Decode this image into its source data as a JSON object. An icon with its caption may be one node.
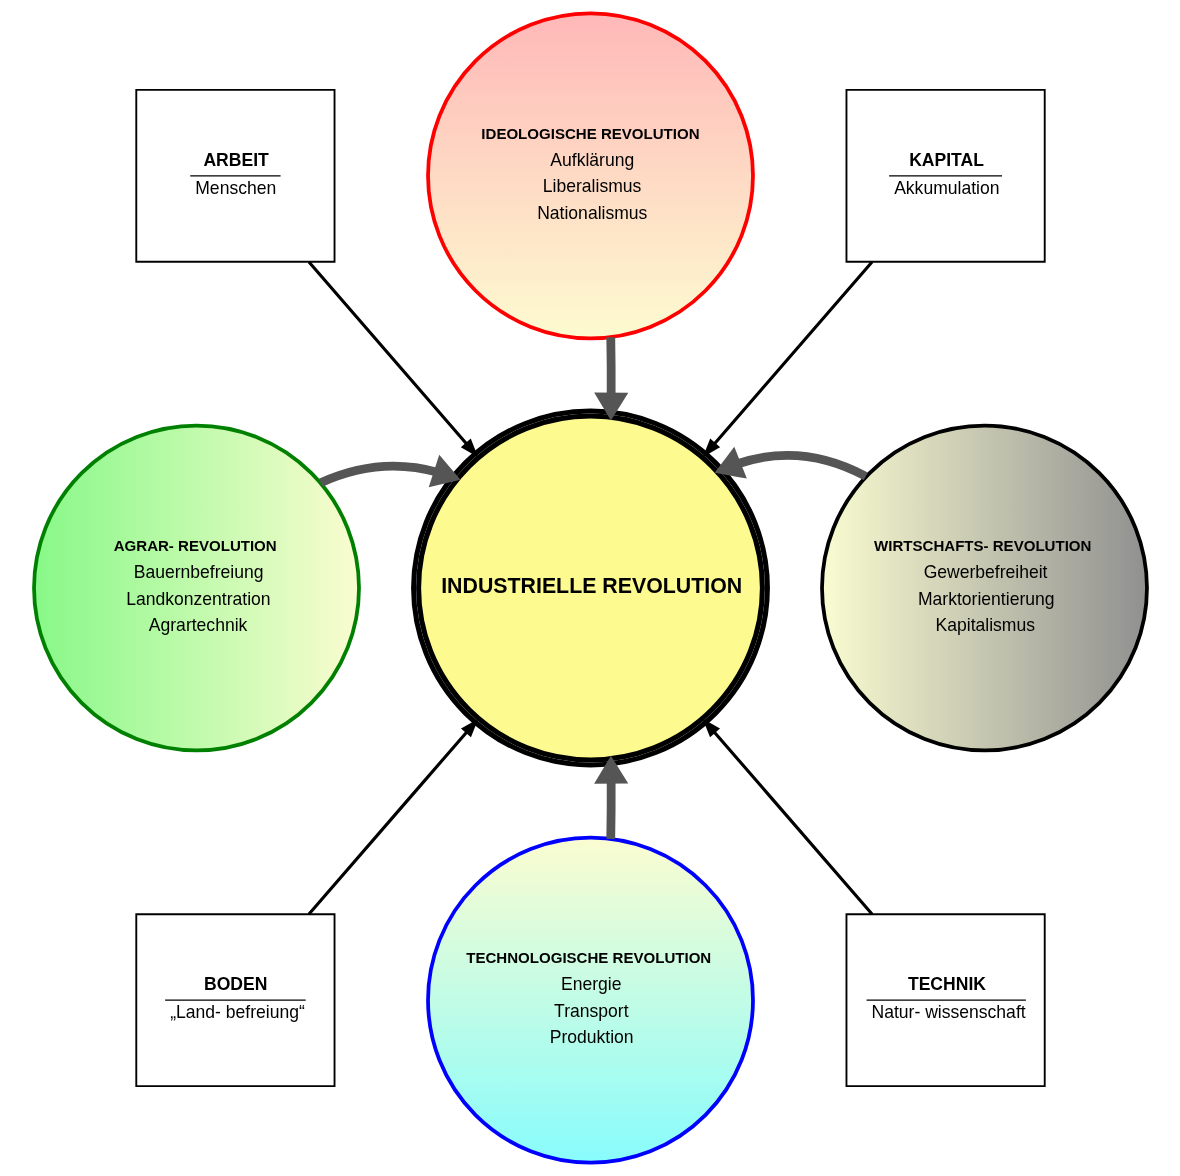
{
  "diagram": {
    "nodes": [
      {
        "text": [
          "INDUSTRIELLE REVOLUTION"
        ]
      },
      {
        "text": [
          "IDEOLOGISCHE REVOLUTION",
          "Aufklärung",
          "Liberalismus",
          "Nationalismus"
        ]
      },
      {
        "text": [
          "ARBEIT",
          "Menschen"
        ]
      },
      {
        "text": [
          "KAPITAL",
          "Akkumulation"
        ]
      },
      {
        "text": [
          "AGRAR- REVOLUTION",
          "Bauernbefreiung",
          "Landkonzentration",
          "Agrartechnik"
        ]
      },
      {
        "text": [
          "WIRTSCHAFTS- REVOLUTION",
          "Gewerbefreiheit",
          "Marktorientierung",
          "Kapitalismus"
        ]
      },
      {
        "text": [
          "BODEN",
          "„Land- befreiung“"
        ]
      },
      {
        "text": [
          "TECHNIK",
          "Natur- wissenschaft"
        ]
      },
      {
        "text": [
          "TECHNOLOGISCHE REVOLUTION",
          "Energie",
          "Transport",
          "Produktion"
        ]
      }
    ],
    "edges": [
      {
        "from": 1,
        "to": 0,
        "arrow": "to",
        "style": "thick"
      },
      {
        "from": 2,
        "to": 0,
        "arrow": "to"
      },
      {
        "from": 3,
        "to": 0,
        "arrow": "to"
      },
      {
        "from": 4,
        "to": 0,
        "arrow": "to",
        "style": "thick"
      },
      {
        "from": 5,
        "to": 0,
        "arrow": "to",
        "style": "thick"
      },
      {
        "from": 6,
        "to": 0,
        "arrow": "to"
      },
      {
        "from": 7,
        "to": 0,
        "arrow": "to"
      },
      {
        "from": 8,
        "to": 0,
        "arrow": "to",
        "style": "thick"
      }
    ]
  }
}
